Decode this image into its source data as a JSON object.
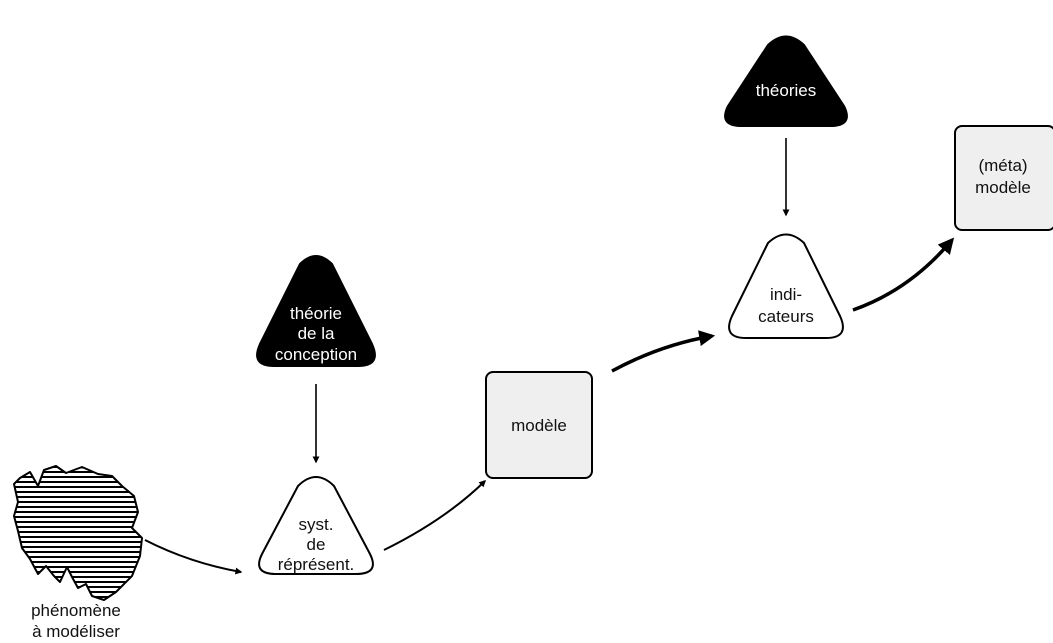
{
  "diagram": {
    "phenomenon": {
      "lines": [
        "phénomène",
        "à modéliser"
      ]
    },
    "theory_design": {
      "lines": [
        "théorie",
        "de la",
        "conception"
      ]
    },
    "representation_system": {
      "lines": [
        "syst.",
        "de",
        "réprésent."
      ]
    },
    "model": {
      "lines": [
        "modèle"
      ]
    },
    "theories": {
      "lines": [
        "théories"
      ]
    },
    "indicators": {
      "lines": [
        "indi-",
        "cateurs"
      ]
    },
    "meta_model": {
      "lines": [
        "(méta)",
        "modèle"
      ]
    }
  },
  "colors": {
    "dark_node": "#000000",
    "box_fill": "#efefef",
    "stroke": "#000000"
  }
}
